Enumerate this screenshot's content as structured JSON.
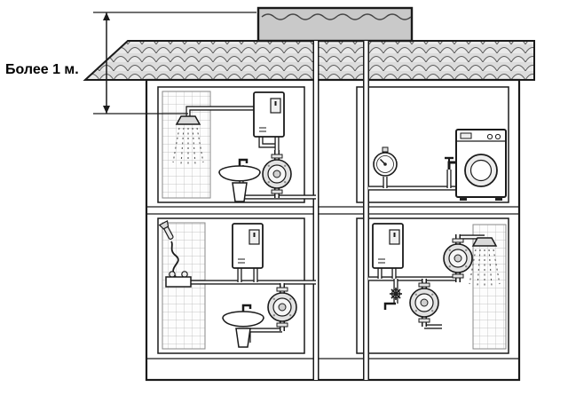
{
  "diagram": {
    "label_min_height": "Более 1 м.",
    "colors": {
      "line": "#1a1a1a",
      "tank_fill": "#c9c9c9",
      "roof_fill": "#dcdcdc",
      "tile_line": "#b5b5b5",
      "background": "#ffffff"
    },
    "components": [
      "water-tank",
      "roof",
      "min-height-dimension",
      "building-shell",
      "left-riser-pipe",
      "right-riser-pipe",
      "shower-head",
      "electric-water-heater",
      "circulation-pump",
      "pedestal-sink",
      "pressure-gauge",
      "tap",
      "washing-machine",
      "hand-shower",
      "mixer",
      "handwheel-valve",
      "tiled-wall"
    ]
  }
}
